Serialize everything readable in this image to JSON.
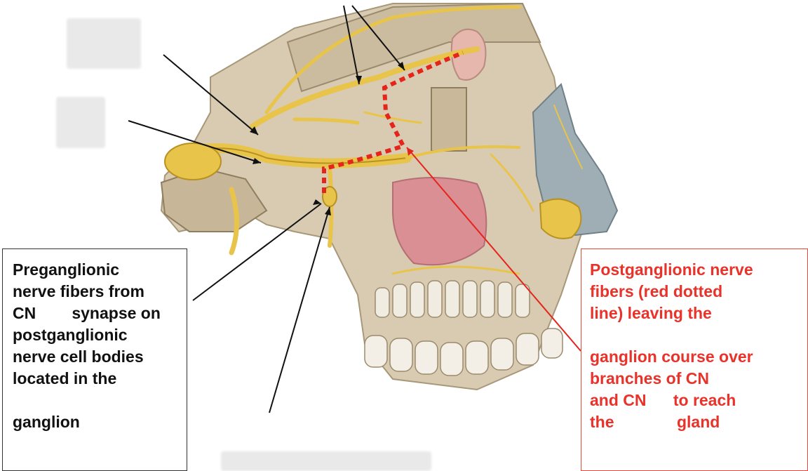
{
  "colors": {
    "nerve": "#e8c44a",
    "nerve_dark": "#b89120",
    "bone": "#d8cbb2",
    "sinus": "#d98f94",
    "nose_skin": "#9eaeb4",
    "gland": "#e5b7ad",
    "dotted_line": "#e5251c",
    "label_red": "#e8322a"
  },
  "left_label": {
    "lines": [
      "Preganglionic",
      "nerve fibers from",
      "CN        synapse on",
      "postganglionic",
      "nerve cell bodies",
      "located in the",
      "",
      "ganglion"
    ]
  },
  "right_label": {
    "lines": [
      "Postganglionic nerve",
      "fibers (red dotted",
      "line) leaving the",
      "",
      "ganglion course over",
      "branches of CN",
      "and CN      to reach",
      "the              gland"
    ]
  }
}
